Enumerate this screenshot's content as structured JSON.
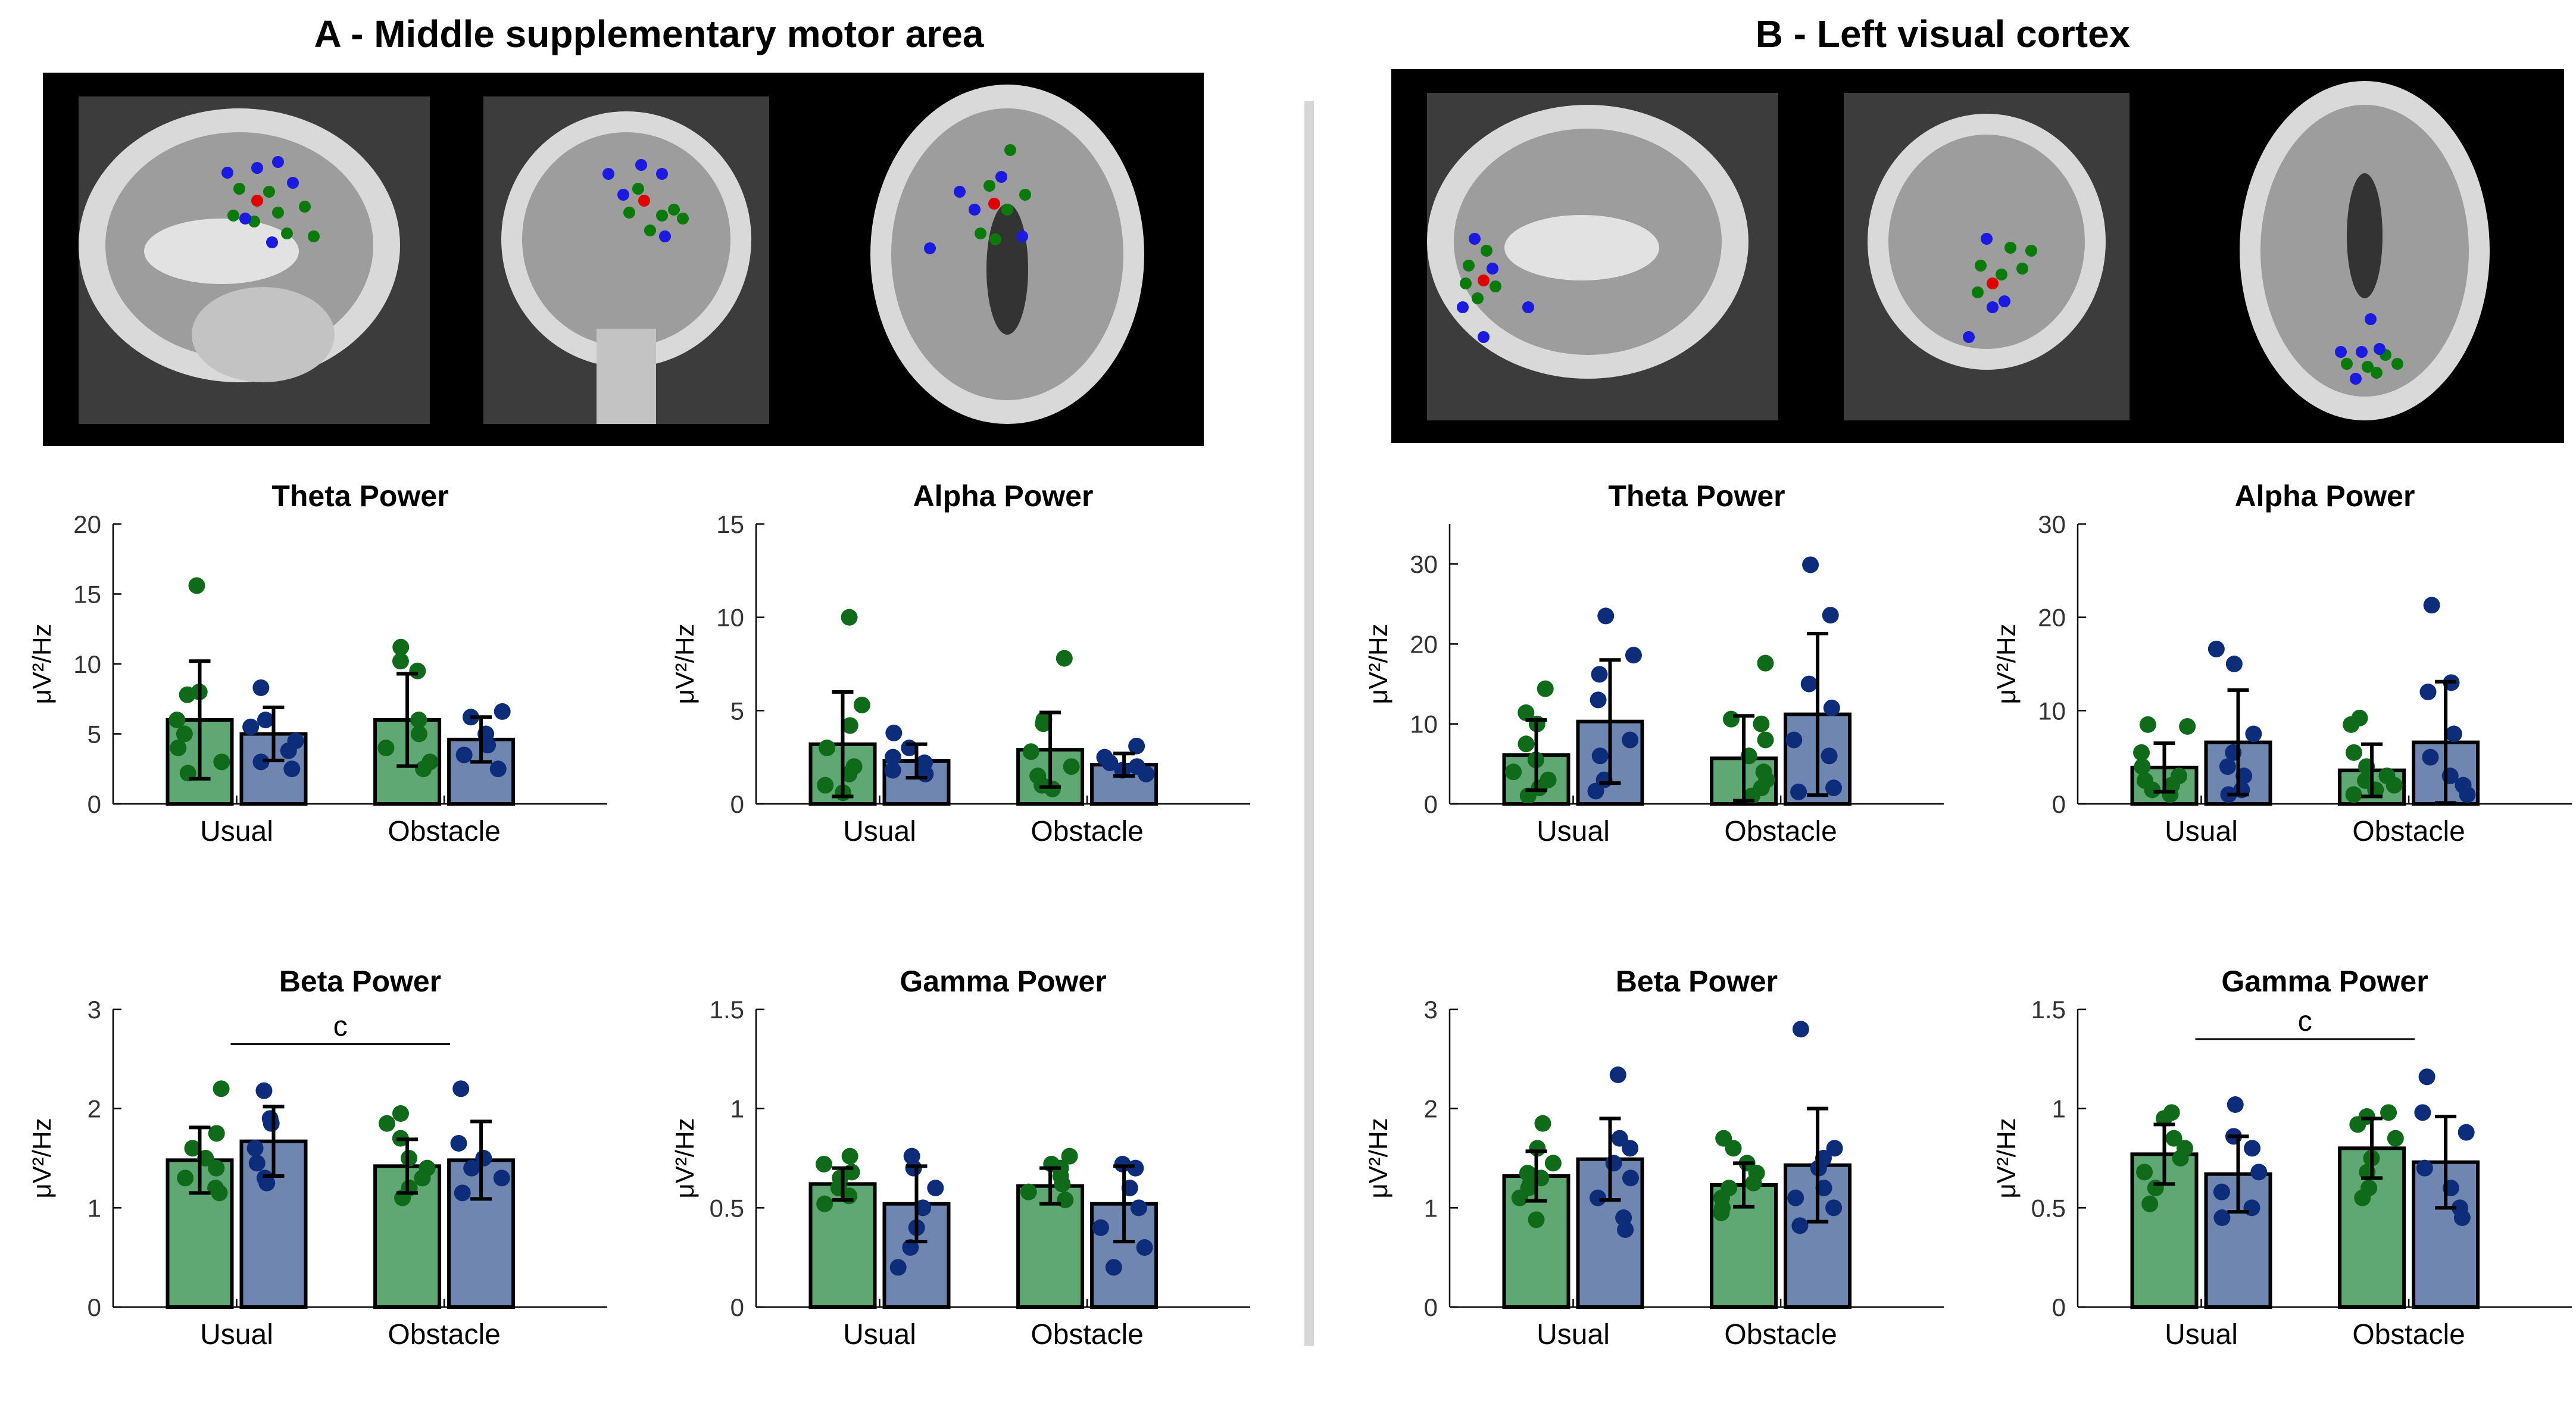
{
  "panels": [
    {
      "title": "A - Middle supplementary motor area"
    },
    {
      "title": "B - Left visual cortex"
    }
  ],
  "colors": {
    "usual_series": "#5fa873",
    "obstacle_series": "#6f87b0",
    "dot_green": "#0f6a19",
    "dot_blue": "#0d2d7a"
  },
  "chart_data": [
    {
      "panel": "A",
      "type": "bar",
      "title": "Theta Power",
      "ylabel": "μV²/Hz",
      "categories": [
        "Usual",
        "Obstacle"
      ],
      "ylim": [
        0,
        20
      ],
      "yticks": [
        0,
        5,
        10,
        15,
        20
      ],
      "series": [
        {
          "values": [
            6.0,
            6.0
          ],
          "error": [
            4.2,
            3.3
          ]
        },
        {
          "values": [
            5.0,
            4.6
          ],
          "error": [
            1.9,
            1.6
          ]
        }
      ],
      "points": [
        [
          [
            15.6,
            8.0,
            7.8,
            6.0,
            5.0,
            4.0,
            3.0,
            2.2
          ],
          [
            8.3,
            6.0,
            5.5,
            4.5,
            3.8,
            3.0,
            2.5
          ]
        ],
        [
          [
            11.2,
            10.2,
            9.5,
            6.0,
            5.0,
            4.0,
            3.0,
            2.5
          ],
          [
            6.6,
            6.2,
            5.0,
            4.2,
            3.5,
            2.5
          ]
        ]
      ],
      "significance": null
    },
    {
      "panel": "A",
      "type": "bar",
      "title": "Alpha Power",
      "ylabel": "μV²/Hz",
      "categories": [
        "Usual",
        "Obstacle"
      ],
      "ylim": [
        0,
        15
      ],
      "yticks": [
        0,
        5,
        10,
        15
      ],
      "series": [
        {
          "values": [
            3.2,
            2.9
          ],
          "error": [
            2.8,
            2.0
          ]
        },
        {
          "values": [
            2.3,
            2.1
          ],
          "error": [
            0.9,
            0.6
          ]
        }
      ],
      "points": [
        [
          [
            10.0,
            5.3,
            4.2,
            3.0,
            2.0,
            1.6,
            1.0,
            0.6
          ],
          [
            3.8,
            3.0,
            2.5,
            2.2,
            1.8,
            1.6
          ]
        ],
        [
          [
            7.8,
            4.5,
            4.3,
            2.8,
            2.0,
            1.5,
            1.0,
            0.8
          ],
          [
            3.1,
            2.5,
            2.2,
            2.0,
            1.8,
            1.6
          ]
        ]
      ],
      "significance": null
    },
    {
      "panel": "A",
      "type": "bar",
      "title": "Beta Power",
      "ylabel": "μV²/Hz",
      "categories": [
        "Usual",
        "Obstacle"
      ],
      "ylim": [
        0,
        3
      ],
      "yticks": [
        0,
        1,
        2,
        3
      ],
      "series": [
        {
          "values": [
            1.48,
            1.42
          ],
          "error": [
            0.33,
            0.27
          ]
        },
        {
          "values": [
            1.67,
            1.48
          ],
          "error": [
            0.35,
            0.39
          ]
        }
      ],
      "points": [
        [
          [
            2.2,
            1.75,
            1.6,
            1.5,
            1.4,
            1.3,
            1.2,
            1.15
          ],
          [
            2.18,
            1.9,
            1.85,
            1.6,
            1.45,
            1.3,
            1.25
          ]
        ],
        [
          [
            1.95,
            1.85,
            1.7,
            1.5,
            1.4,
            1.3,
            1.2,
            1.1
          ],
          [
            2.2,
            1.65,
            1.5,
            1.4,
            1.3,
            1.15
          ]
        ]
      ],
      "significance": {
        "label": "c",
        "from": 0,
        "to": 1,
        "y": 2.65
      }
    },
    {
      "panel": "A",
      "type": "bar",
      "title": "Gamma Power",
      "ylabel": "μV²/Hz",
      "categories": [
        "Usual",
        "Obstacle"
      ],
      "ylim": [
        0,
        1.5
      ],
      "yticks": [
        0,
        0.5,
        1,
        1.5
      ],
      "series": [
        {
          "values": [
            0.62,
            0.61
          ],
          "error": [
            0.08,
            0.09
          ]
        },
        {
          "values": [
            0.52,
            0.52
          ],
          "error": [
            0.19,
            0.19
          ]
        }
      ],
      "points": [
        [
          [
            0.76,
            0.72,
            0.68,
            0.65,
            0.6,
            0.56,
            0.52
          ],
          [
            0.76,
            0.7,
            0.6,
            0.5,
            0.4,
            0.3,
            0.2
          ]
        ],
        [
          [
            0.76,
            0.72,
            0.7,
            0.66,
            0.62,
            0.58,
            0.54
          ],
          [
            0.72,
            0.7,
            0.6,
            0.5,
            0.4,
            0.3,
            0.2
          ]
        ]
      ],
      "significance": null
    },
    {
      "panel": "B",
      "type": "bar",
      "title": "Theta Power",
      "ylabel": "μV²/Hz",
      "categories": [
        "Usual",
        "Obstacle"
      ],
      "ylim": [
        0,
        35
      ],
      "yticks": [
        0,
        10,
        20,
        30
      ],
      "series": [
        {
          "values": [
            6.1,
            5.7
          ],
          "error": [
            4.4,
            5.3
          ]
        },
        {
          "values": [
            10.3,
            11.2
          ],
          "error": [
            7.7,
            10.1
          ]
        }
      ],
      "points": [
        [
          [
            14.4,
            11.4,
            10.0,
            7.5,
            5.5,
            4.0,
            3.0,
            2.0,
            1.0
          ],
          [
            23.5,
            18.6,
            16.2,
            13.0,
            8.0,
            6.0,
            3.0,
            1.6
          ]
        ],
        [
          [
            17.6,
            10.6,
            10.0,
            8.0,
            6.0,
            4.0,
            3.0,
            2.0,
            1.0
          ],
          [
            29.9,
            23.6,
            15.0,
            12.0,
            8.0,
            6.0,
            2.0,
            1.5
          ]
        ]
      ],
      "significance": null
    },
    {
      "panel": "B",
      "type": "bar",
      "title": "Alpha Power",
      "ylabel": "μV²/Hz",
      "categories": [
        "Usual",
        "Obstacle"
      ],
      "ylim": [
        0,
        30
      ],
      "yticks": [
        0,
        10,
        20,
        30
      ],
      "series": [
        {
          "values": [
            3.9,
            3.6
          ],
          "error": [
            2.6,
            2.8
          ]
        },
        {
          "values": [
            6.6,
            6.6
          ],
          "error": [
            5.6,
            6.5
          ]
        }
      ],
      "points": [
        [
          [
            8.5,
            8.3,
            5.5,
            4.0,
            3.0,
            2.5,
            2.0,
            1.5,
            1.0
          ],
          [
            16.6,
            15.0,
            7.5,
            5.5,
            4.0,
            3.0,
            1.5,
            1.0
          ]
        ],
        [
          [
            9.2,
            8.5,
            5.5,
            4.0,
            3.0,
            2.5,
            2.0,
            1.5,
            1.0
          ],
          [
            21.3,
            13.0,
            12.0,
            7.5,
            5.0,
            3.0,
            2.0,
            1.0
          ]
        ]
      ],
      "significance": null
    },
    {
      "panel": "B",
      "type": "bar",
      "title": "Beta Power",
      "ylabel": "μV²/Hz",
      "categories": [
        "Usual",
        "Obstacle"
      ],
      "ylim": [
        0,
        3
      ],
      "yticks": [
        0,
        1,
        2,
        3
      ],
      "series": [
        {
          "values": [
            1.32,
            1.23
          ],
          "error": [
            0.25,
            0.22
          ]
        },
        {
          "values": [
            1.49,
            1.43
          ],
          "error": [
            0.41,
            0.57
          ]
        }
      ],
      "points": [
        [
          [
            1.85,
            1.6,
            1.45,
            1.35,
            1.3,
            1.25,
            1.2,
            1.1,
            0.88
          ],
          [
            2.34,
            1.7,
            1.6,
            1.45,
            1.3,
            1.1,
            0.9,
            0.78
          ]
        ],
        [
          [
            1.7,
            1.6,
            1.45,
            1.35,
            1.25,
            1.2,
            1.1,
            1.0,
            0.95
          ],
          [
            2.8,
            1.6,
            1.5,
            1.4,
            1.2,
            1.1,
            1.0,
            0.82
          ]
        ]
      ],
      "significance": null
    },
    {
      "panel": "B",
      "type": "bar",
      "title": "Gamma Power",
      "ylabel": "μV²/Hz",
      "categories": [
        "Usual",
        "Obstacle"
      ],
      "ylim": [
        0,
        1.5
      ],
      "yticks": [
        0,
        0.5,
        1,
        1.5
      ],
      "series": [
        {
          "values": [
            0.77,
            0.8
          ],
          "error": [
            0.15,
            0.15
          ]
        },
        {
          "values": [
            0.67,
            0.73
          ],
          "error": [
            0.19,
            0.23
          ]
        }
      ],
      "points": [
        [
          [
            0.98,
            0.95,
            0.85,
            0.8,
            0.75,
            0.68,
            0.6,
            0.52
          ],
          [
            1.02,
            0.86,
            0.8,
            0.68,
            0.58,
            0.5,
            0.45
          ]
        ],
        [
          [
            0.98,
            0.96,
            0.92,
            0.85,
            0.75,
            0.68,
            0.6,
            0.55
          ],
          [
            1.16,
            0.98,
            0.88,
            0.7,
            0.6,
            0.5,
            0.45
          ]
        ]
      ],
      "significance": {
        "label": "c",
        "from": 0,
        "to": 1,
        "y": 1.35
      }
    }
  ]
}
